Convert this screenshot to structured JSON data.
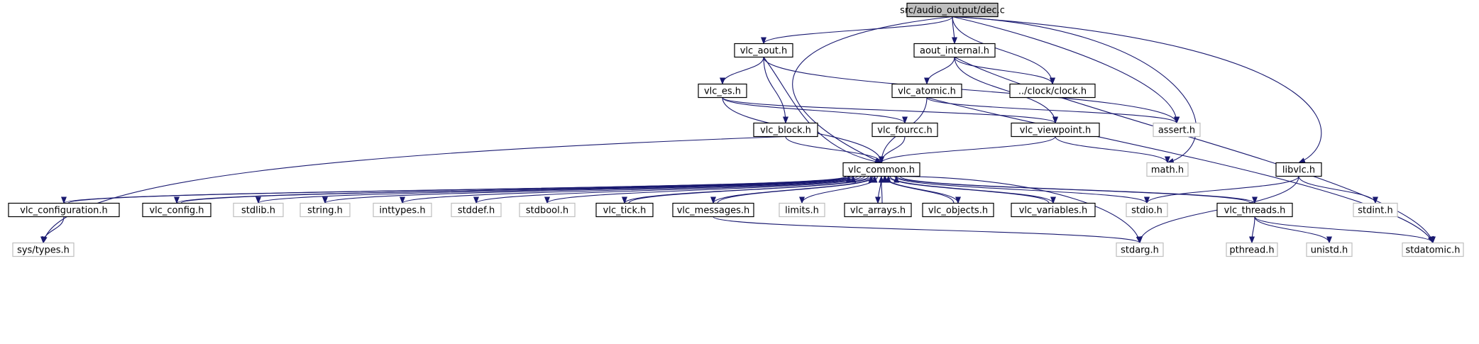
{
  "colors": {
    "edge": "#191970",
    "root_fill": "#bfbfbf",
    "documented_border": "#000000",
    "external_border": "#bfbfbf",
    "external_text": "#808080",
    "text": "#000000"
  },
  "nodes": [
    {
      "id": "dec_c",
      "label": "src/audio_output/dec.c",
      "kind": "root"
    },
    {
      "id": "vlc_aout_h",
      "label": "vlc_aout.h",
      "kind": "documented"
    },
    {
      "id": "aout_internal_h",
      "label": "aout_internal.h",
      "kind": "documented"
    },
    {
      "id": "vlc_es_h",
      "label": "vlc_es.h",
      "kind": "documented"
    },
    {
      "id": "vlc_atomic_h",
      "label": "vlc_atomic.h",
      "kind": "documented"
    },
    {
      "id": "clock_h",
      "label": "../clock/clock.h",
      "kind": "documented"
    },
    {
      "id": "vlc_block_h",
      "label": "vlc_block.h",
      "kind": "documented"
    },
    {
      "id": "vlc_fourcc_h",
      "label": "vlc_fourcc.h",
      "kind": "documented"
    },
    {
      "id": "vlc_viewpoint_h",
      "label": "vlc_viewpoint.h",
      "kind": "documented"
    },
    {
      "id": "assert_h",
      "label": "assert.h",
      "kind": "external"
    },
    {
      "id": "vlc_common_h",
      "label": "vlc_common.h",
      "kind": "documented"
    },
    {
      "id": "math_h",
      "label": "math.h",
      "kind": "external"
    },
    {
      "id": "libvlc_h",
      "label": "libvlc.h",
      "kind": "documented"
    },
    {
      "id": "vlc_configuration_h",
      "label": "vlc_configuration.h",
      "kind": "documented"
    },
    {
      "id": "vlc_config_h",
      "label": "vlc_config.h",
      "kind": "documented"
    },
    {
      "id": "stdlib_h",
      "label": "stdlib.h",
      "kind": "external"
    },
    {
      "id": "string_h",
      "label": "string.h",
      "kind": "external"
    },
    {
      "id": "inttypes_h",
      "label": "inttypes.h",
      "kind": "external"
    },
    {
      "id": "stddef_h",
      "label": "stddef.h",
      "kind": "external"
    },
    {
      "id": "stdbool_h",
      "label": "stdbool.h",
      "kind": "external"
    },
    {
      "id": "vlc_tick_h",
      "label": "vlc_tick.h",
      "kind": "documented"
    },
    {
      "id": "vlc_messages_h",
      "label": "vlc_messages.h",
      "kind": "documented"
    },
    {
      "id": "limits_h",
      "label": "limits.h",
      "kind": "external"
    },
    {
      "id": "vlc_arrays_h",
      "label": "vlc_arrays.h",
      "kind": "documented"
    },
    {
      "id": "vlc_objects_h",
      "label": "vlc_objects.h",
      "kind": "documented"
    },
    {
      "id": "vlc_variables_h",
      "label": "vlc_variables.h",
      "kind": "documented"
    },
    {
      "id": "stdio_h",
      "label": "stdio.h",
      "kind": "external"
    },
    {
      "id": "vlc_threads_h",
      "label": "vlc_threads.h",
      "kind": "documented"
    },
    {
      "id": "stdint_h",
      "label": "stdint.h",
      "kind": "external"
    },
    {
      "id": "sys_types_h",
      "label": "sys/types.h",
      "kind": "external"
    },
    {
      "id": "stdarg_h",
      "label": "stdarg.h",
      "kind": "external"
    },
    {
      "id": "pthread_h",
      "label": "pthread.h",
      "kind": "external"
    },
    {
      "id": "unistd_h",
      "label": "unistd.h",
      "kind": "external"
    },
    {
      "id": "stdatomic_h",
      "label": "stdatomic.h",
      "kind": "external"
    }
  ],
  "edges": [
    [
      "dec_c",
      "vlc_common_h"
    ],
    [
      "dec_c",
      "vlc_aout_h"
    ],
    [
      "dec_c",
      "assert_h"
    ],
    [
      "dec_c",
      "aout_internal_h"
    ],
    [
      "dec_c",
      "clock_h"
    ],
    [
      "dec_c",
      "math_h"
    ],
    [
      "dec_c",
      "libvlc_h"
    ],
    [
      "vlc_aout_h",
      "vlc_es_h"
    ],
    [
      "vlc_aout_h",
      "vlc_block_h"
    ],
    [
      "vlc_aout_h",
      "vlc_common_h"
    ],
    [
      "vlc_aout_h",
      "assert_h"
    ],
    [
      "aout_internal_h",
      "vlc_atomic_h"
    ],
    [
      "aout_internal_h",
      "clock_h"
    ],
    [
      "aout_internal_h",
      "vlc_viewpoint_h"
    ],
    [
      "aout_internal_h",
      "stdatomic_h"
    ],
    [
      "vlc_es_h",
      "vlc_fourcc_h"
    ],
    [
      "vlc_es_h",
      "vlc_viewpoint_h"
    ],
    [
      "vlc_es_h",
      "vlc_common_h"
    ],
    [
      "vlc_atomic_h",
      "assert_h"
    ],
    [
      "vlc_atomic_h",
      "vlc_common_h"
    ],
    [
      "vlc_atomic_h",
      "stdatomic_h"
    ],
    [
      "vlc_block_h",
      "vlc_common_h"
    ],
    [
      "vlc_block_h",
      "sys_types_h"
    ],
    [
      "vlc_fourcc_h",
      "vlc_common_h"
    ],
    [
      "vlc_viewpoint_h",
      "vlc_common_h"
    ],
    [
      "vlc_viewpoint_h",
      "math_h"
    ],
    [
      "libvlc_h",
      "stdio_h"
    ],
    [
      "libvlc_h",
      "stdint_h"
    ],
    [
      "libvlc_h",
      "stdarg_h"
    ],
    [
      "vlc_common_h",
      "vlc_configuration_h"
    ],
    [
      "vlc_common_h",
      "vlc_config_h"
    ],
    [
      "vlc_common_h",
      "stdlib_h"
    ],
    [
      "vlc_common_h",
      "string_h"
    ],
    [
      "vlc_common_h",
      "inttypes_h"
    ],
    [
      "vlc_common_h",
      "stddef_h"
    ],
    [
      "vlc_common_h",
      "stdbool_h"
    ],
    [
      "vlc_common_h",
      "vlc_tick_h"
    ],
    [
      "vlc_common_h",
      "vlc_messages_h"
    ],
    [
      "vlc_common_h",
      "limits_h"
    ],
    [
      "vlc_common_h",
      "vlc_arrays_h"
    ],
    [
      "vlc_common_h",
      "vlc_objects_h"
    ],
    [
      "vlc_common_h",
      "vlc_variables_h"
    ],
    [
      "vlc_common_h",
      "stdio_h"
    ],
    [
      "vlc_common_h",
      "vlc_threads_h"
    ],
    [
      "vlc_common_h",
      "stdarg_h"
    ],
    [
      "vlc_configuration_h",
      "vlc_common_h"
    ],
    [
      "vlc_configuration_h",
      "sys_types_h"
    ],
    [
      "vlc_config_h",
      "vlc_common_h"
    ],
    [
      "vlc_tick_h",
      "vlc_common_h"
    ],
    [
      "vlc_messages_h",
      "vlc_common_h"
    ],
    [
      "vlc_messages_h",
      "stdarg_h"
    ],
    [
      "vlc_arrays_h",
      "vlc_common_h"
    ],
    [
      "vlc_objects_h",
      "vlc_common_h"
    ],
    [
      "vlc_variables_h",
      "vlc_common_h"
    ],
    [
      "vlc_threads_h",
      "vlc_common_h"
    ],
    [
      "vlc_threads_h",
      "pthread_h"
    ],
    [
      "vlc_threads_h",
      "unistd_h"
    ],
    [
      "vlc_threads_h",
      "stdatomic_h"
    ]
  ]
}
